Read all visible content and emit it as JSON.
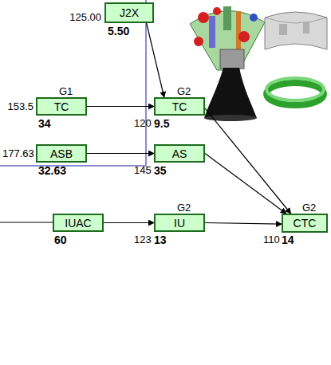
{
  "diagram": {
    "nodes": [
      {
        "text": [
          "J2X"
        ]
      },
      {
        "text": [
          "G1",
          "TC"
        ]
      },
      {
        "text": [
          "G2",
          "TC"
        ]
      },
      {
        "text": [
          "ASB"
        ]
      },
      {
        "text": [
          "AS"
        ]
      },
      {
        "text": [
          "IUAC"
        ]
      },
      {
        "text": [
          "G2",
          "IU"
        ]
      },
      {
        "text": [
          "G2",
          "CTC"
        ]
      }
    ],
    "edges": [
      {
        "from": 0,
        "to": 2,
        "arrow": "to"
      },
      {
        "from": 1,
        "to": 2,
        "arrow": "to"
      },
      {
        "from": 3,
        "to": 4,
        "arrow": "to"
      },
      {
        "from": 5,
        "to": 6,
        "arrow": "to"
      },
      {
        "from": 2,
        "to": 7,
        "arrow": "to"
      },
      {
        "from": 4,
        "to": 7,
        "arrow": "to"
      },
      {
        "from": 6,
        "to": 7,
        "arrow": "to"
      }
    ],
    "labels": [
      "125.00",
      "5.50",
      "153.5",
      "34",
      "120",
      "9.5",
      "177.63",
      "32.63",
      "145",
      "35",
      "60",
      "123",
      "13",
      "110",
      "14"
    ]
  }
}
